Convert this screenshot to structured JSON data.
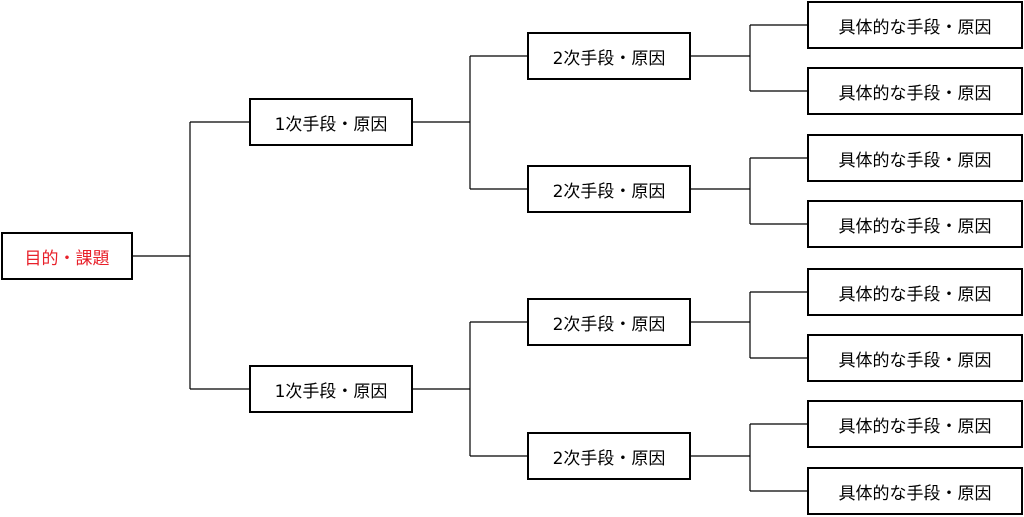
{
  "diagram": {
    "root": {
      "label": "目的・課題",
      "color": "#e8202a"
    },
    "level1": [
      {
        "label": "1次手段・原因"
      },
      {
        "label": "1次手段・原因"
      }
    ],
    "level2": [
      {
        "label": "2次手段・原因"
      },
      {
        "label": "2次手段・原因"
      },
      {
        "label": "2次手段・原因"
      },
      {
        "label": "2次手段・原因"
      }
    ],
    "level3": [
      {
        "label": "具体的な手段・原因"
      },
      {
        "label": "具体的な手段・原因"
      },
      {
        "label": "具体的な手段・原因"
      },
      {
        "label": "具体的な手段・原因"
      },
      {
        "label": "具体的な手段・原因"
      },
      {
        "label": "具体的な手段・原因"
      },
      {
        "label": "具体的な手段・原因"
      },
      {
        "label": "具体的な手段・原因"
      }
    ]
  }
}
